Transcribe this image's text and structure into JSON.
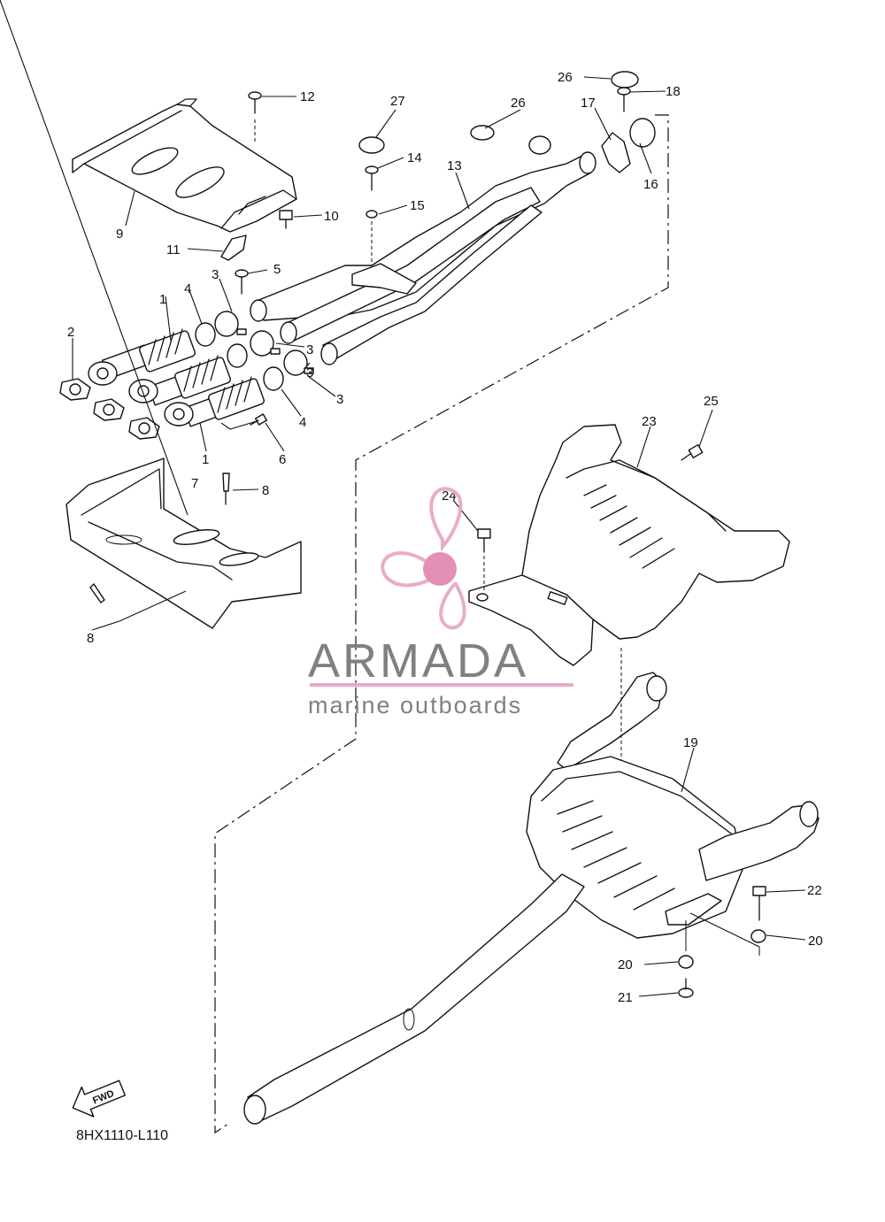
{
  "diagram": {
    "code": "8HX1110-L110",
    "fwd_label": "FWD",
    "callouts": [
      "1",
      "1",
      "2",
      "3",
      "3",
      "3",
      "3",
      "4",
      "4",
      "5",
      "6",
      "7",
      "8",
      "8",
      "9",
      "10",
      "11",
      "12",
      "13",
      "14",
      "15",
      "16",
      "17",
      "18",
      "19",
      "20",
      "20",
      "21",
      "22",
      "23",
      "24",
      "25",
      "26",
      "26",
      "27"
    ]
  },
  "watermark": {
    "brand": "ARMADA",
    "tagline": "marine outboards",
    "colors": {
      "text": "#808080",
      "accent": "#e8a8c8",
      "hub": "#e38ab3"
    }
  }
}
